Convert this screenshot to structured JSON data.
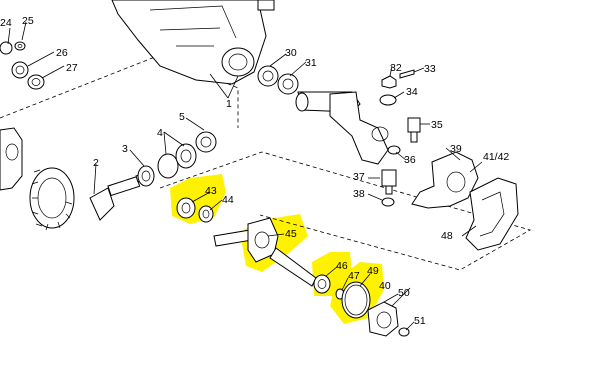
{
  "highlight_color": "#fff200",
  "callouts": {
    "c1": "1",
    "c2": "2",
    "c3": "3",
    "c4": "4",
    "c5": "5",
    "c24": "24",
    "c25": "25",
    "c26": "26",
    "c27": "27",
    "c30": "30",
    "c31": "31",
    "c32": "32",
    "c33": "33",
    "c34": "34",
    "c35": "35",
    "c36": "36",
    "c37": "37",
    "c38": "38",
    "c39": "39",
    "c40": "40",
    "c41_42": "41/42",
    "c43": "43",
    "c44": "44",
    "c45": "45",
    "c46": "46",
    "c47": "47",
    "c48": "48",
    "c49": "49",
    "c50": "50",
    "c51": "51"
  }
}
